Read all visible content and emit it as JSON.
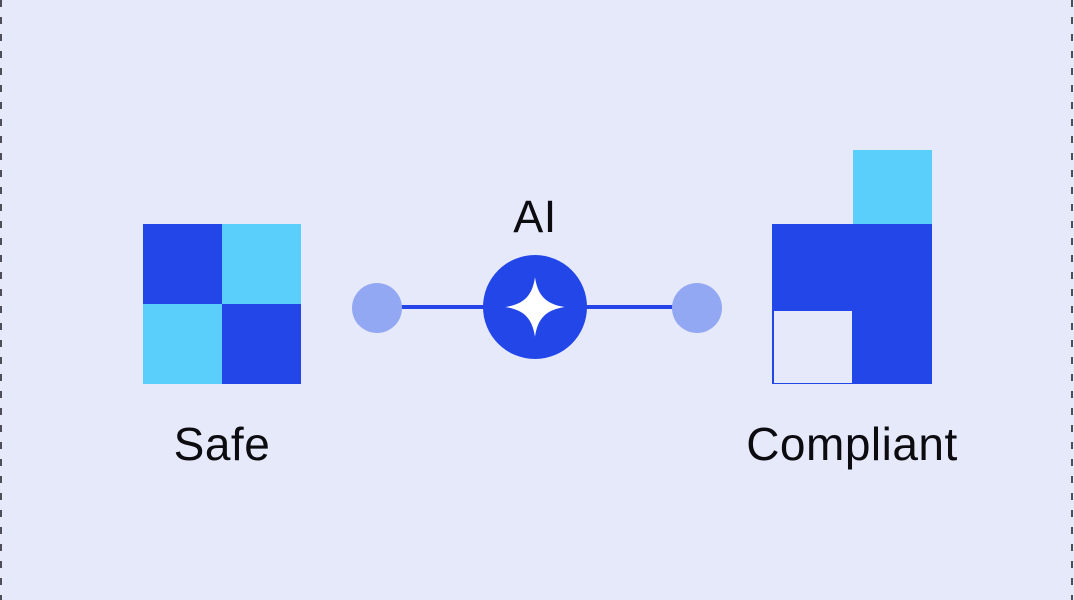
{
  "illustration": {
    "left_label": "Safe",
    "center_label": "AI",
    "right_label": "Compliant"
  },
  "icons": {
    "ai_node": "four-point-sparkle-icon"
  },
  "colors": {
    "background": "#E6E9FA",
    "primary_blue": "#2346E8",
    "cyan": "#5BCFFB",
    "periwinkle": "#93A8F2",
    "connector": "#2545E8",
    "sparkle": "#FFFFFF",
    "text": "#0B0B10",
    "dash_border": "#4E4E58"
  }
}
